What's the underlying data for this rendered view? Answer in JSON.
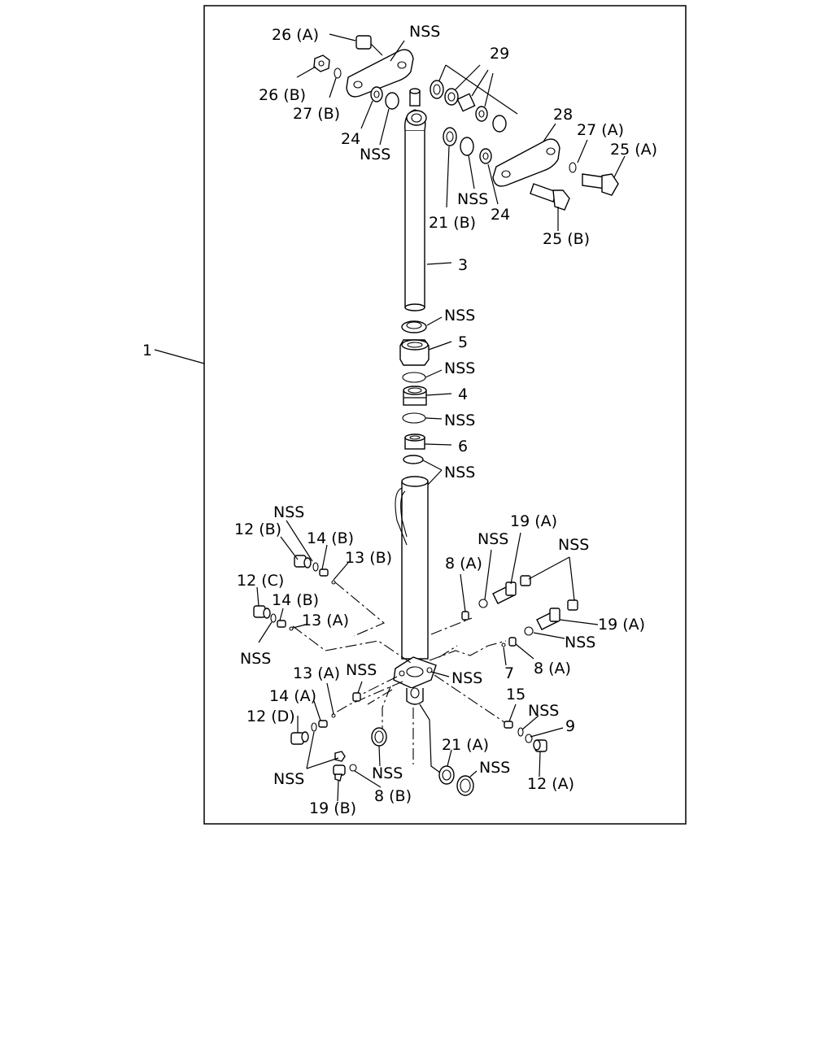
{
  "labels": {
    "l_1": "1",
    "l_26a": "26 (A)",
    "l_nss_top": "NSS",
    "l_29": "29",
    "l_26b": "26 (B)",
    "l_27b": "27 (B)",
    "l_24a": "24",
    "l_nss_24": "NSS",
    "l_28": "28",
    "l_27a": "27 (A)",
    "l_25a": "25 (A)",
    "l_21b": "21 (B)",
    "l_nss_21b": "NSS",
    "l_24b": "24",
    "l_25b": "25 (B)",
    "l_3": "3",
    "l_nss_a": "NSS",
    "l_5": "5",
    "l_nss_b": "NSS",
    "l_4": "4",
    "l_nss_c": "NSS",
    "l_6": "6",
    "l_nss_d": "NSS",
    "l_nss_12b": "NSS",
    "l_12b": "12 (B)",
    "l_14b_1": "14 (B)",
    "l_13b": "13 (B)",
    "l_12c": "12 (C)",
    "l_14b_2": "14 (B)",
    "l_13a_1": "13 (A)",
    "l_nss_12c": "NSS",
    "l_8a_1": "8 (A)",
    "l_nss_19a": "NSS",
    "l_19a_1": "19 (A)",
    "l_nss_19r": "NSS",
    "l_19a_2": "19 (A)",
    "l_nss_8a": "NSS",
    "l_7": "7",
    "l_8a_2": "8 (A)",
    "l_13a_2": "13 (A)",
    "l_nss_13a": "NSS",
    "l_nss_block": "NSS",
    "l_14a": "14 (A)",
    "l_12d": "12 (D)",
    "l_15": "15",
    "l_nss_15": "NSS",
    "l_9": "9",
    "l_21a": "21 (A)",
    "l_nss_21a": "NSS",
    "l_12a": "12 (A)",
    "l_nss_12d": "NSS",
    "l_nss_8b": "NSS",
    "l_19b": "19 (B)",
    "l_8b": "8 (B)"
  }
}
